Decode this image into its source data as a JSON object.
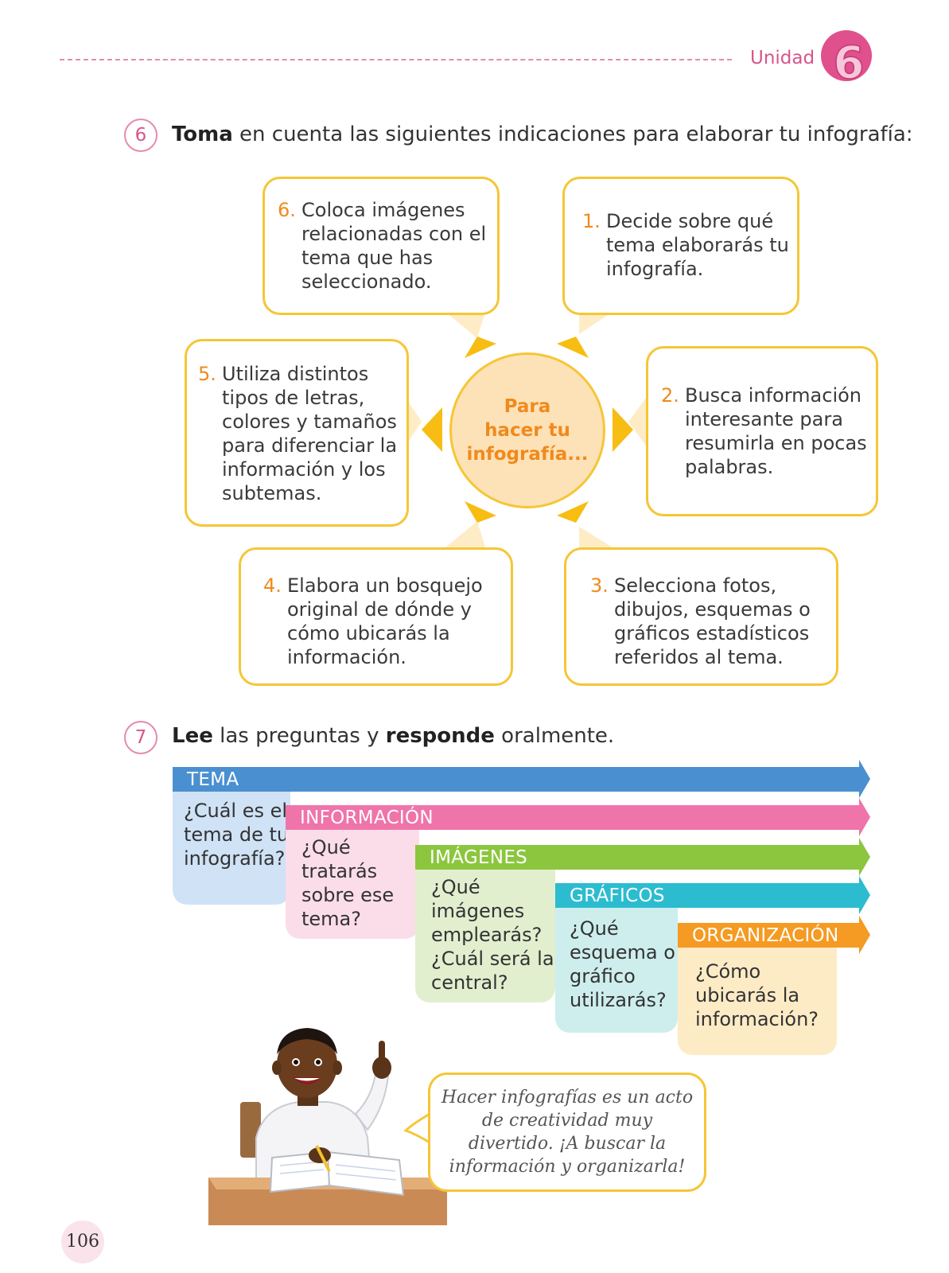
{
  "header": {
    "unit_label": "Unidad",
    "unit_number": "6"
  },
  "section6": {
    "number": "6",
    "bold": "Toma",
    "rest": " en cuenta las siguientes indicaciones para elaborar tu infografía:"
  },
  "hub": {
    "line1": "Para",
    "line2": "hacer tu",
    "line3": "infografía..."
  },
  "steps": [
    {
      "num": "1.",
      "text": "Decide sobre qué tema elaborarás tu infografía."
    },
    {
      "num": "2.",
      "text": "Busca información interesante para resumirla en pocas palabras."
    },
    {
      "num": "3.",
      "text": "Selecciona fotos, dibujos, esquemas o gráficos estadísticos referidos al tema."
    },
    {
      "num": "4.",
      "text": "Elabora un bosquejo original de dónde y cómo ubicarás la información."
    },
    {
      "num": "5.",
      "text": "Utiliza distintos tipos de letras, colores y tamaños para diferenciar la información y los subtemas."
    },
    {
      "num": "6.",
      "text": "Coloca imágenes relacionadas con el tema que has seleccionado."
    }
  ],
  "section7": {
    "number": "7",
    "bold1": "Lee",
    "mid": " las preguntas y ",
    "bold2": "responde",
    "end": " oralmente."
  },
  "topics": [
    {
      "label": "TEMA",
      "question": "¿Cuál es el tema de tu infografía?",
      "color": "#4a90d0",
      "card_color": "#cfe2f6"
    },
    {
      "label": "INFORMACIÓN",
      "question": "¿Qué tratarás sobre ese tema?",
      "color": "#ef74aa",
      "card_color": "#fbdde9"
    },
    {
      "label": "IMÁGENES",
      "question": "¿Qué imágenes emplearás? ¿Cuál será la central?",
      "color": "#8cc63f",
      "card_color": "#e1efcf"
    },
    {
      "label": "GRÁFICOS",
      "question": "¿Qué esquema o gráfico utilizarás?",
      "color": "#2cbcd0",
      "card_color": "#cdeeed"
    },
    {
      "label": "ORGANIZACIÓN",
      "question": "¿Cómo ubicarás la información?",
      "color": "#f59a22",
      "card_color": "#fdebc6"
    }
  ],
  "speech": "Hacer infografías es un acto de creatividad muy divertido. ¡A buscar la información y organizarla!",
  "page_number": "106",
  "colors": {
    "accent_pink": "#d6568b",
    "accent_orange": "#f08a1c",
    "box_border": "#f5c636"
  }
}
